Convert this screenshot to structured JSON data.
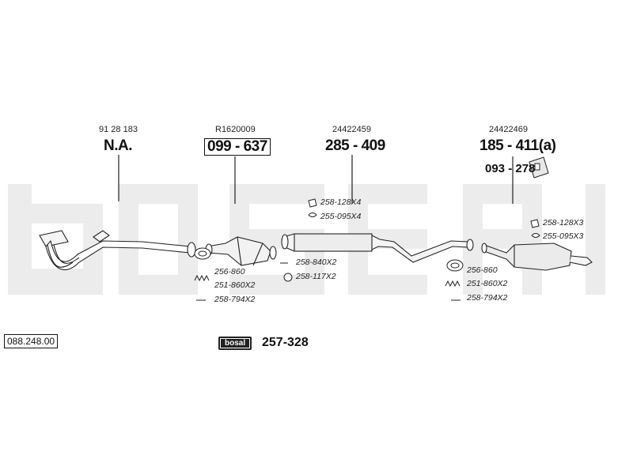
{
  "reference": "088.248.00",
  "assemblies": [
    {
      "oem": "91 28 183",
      "part": "N.A."
    },
    {
      "oem": "R1620009",
      "part": "099 - 637"
    },
    {
      "oem": "24422459",
      "part": "285 - 409"
    },
    {
      "oem": "24422469",
      "part": "185 - 411(a)"
    }
  ],
  "mount_part": "093 - 278",
  "small_parts": {
    "cat_gasket": "256-860",
    "cat_spring": "251-860X2",
    "cat_bolt": "258-794X2",
    "mid_clamp_top": "258-128X4",
    "mid_rubber_top": "255-095X4",
    "mid_bolt": "258-840X2",
    "mid_ring": "258-117X2",
    "rear_clamp": "258-128X3",
    "rear_rubber": "255-095X3",
    "rear_gasket": "256-860",
    "rear_spring": "251-860X2",
    "rear_bolt": "258-794X2"
  },
  "kit": {
    "brand": "bosal",
    "part": "257-328"
  }
}
